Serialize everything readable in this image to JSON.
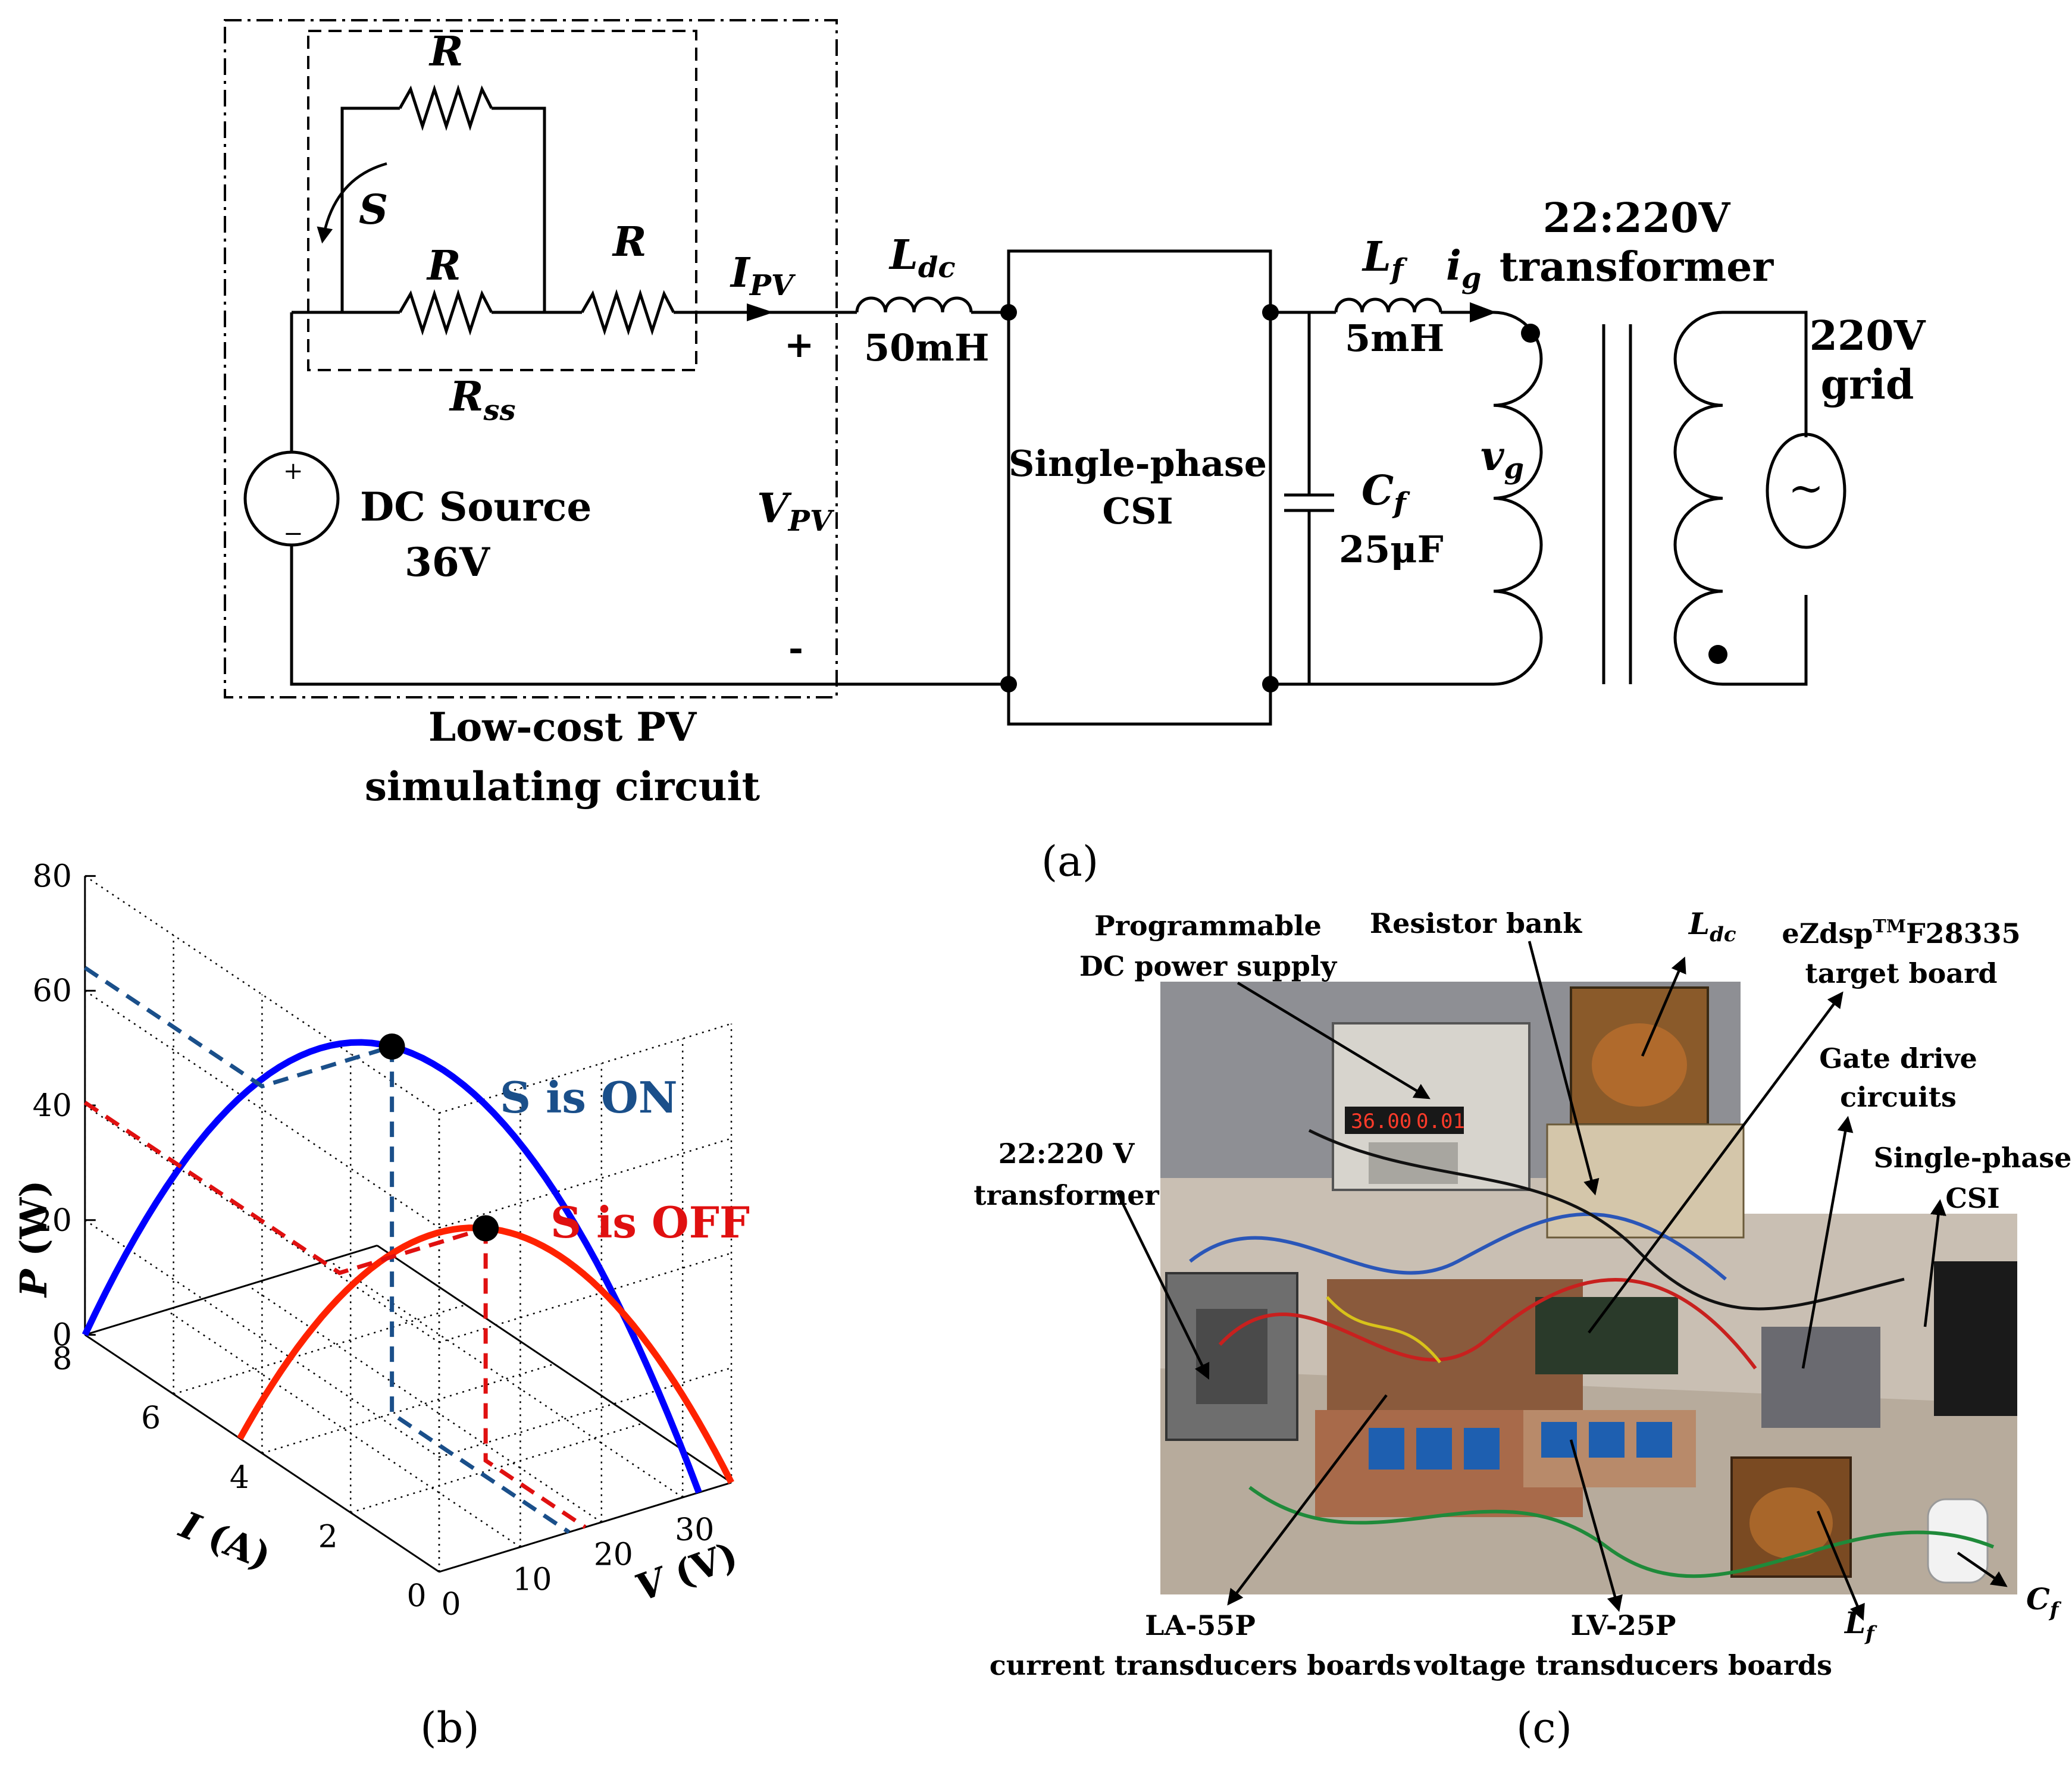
{
  "panel_a": {
    "caption": "(a)",
    "resistor_top": "R",
    "switch": "S",
    "resistor_mid": "R",
    "resistor_series": "R",
    "rss": "R",
    "rss_sub": "ss",
    "ipv": "I",
    "ipv_sub": "PV",
    "ldc": "L",
    "ldc_sub": "dc",
    "ldc_value": "50mH",
    "plus": "+",
    "minus": "-",
    "vpv": "V",
    "vpv_sub": "PV",
    "source_plus": "+",
    "source_minus": "−",
    "dc_source_line1": "DC Source",
    "dc_source_line2": "36V",
    "pv_label_line1": "Low-cost PV",
    "pv_label_line2": "simulating circuit",
    "csi_line1": "Single-phase",
    "csi_line2": "CSI",
    "lf": "L",
    "lf_sub": "f",
    "lf_value": "5mH",
    "ig": "i",
    "ig_sub": "g",
    "cf": "C",
    "cf_sub": "f",
    "cf_value": "25μF",
    "vg": "v",
    "vg_sub": "g",
    "transformer_line1": "22:220V",
    "transformer_line2": "transformer",
    "grid_line1": "220V",
    "grid_line2": "grid",
    "ac_symbol": "~"
  },
  "panel_b": {
    "caption": "(b)",
    "label_on": "S is ON",
    "label_off": "S is OFF",
    "color_on": "#0000ff",
    "color_off": "#ff2200",
    "color_on_dashed": "#1a4f8a",
    "color_off_dashed": "#e01010"
  },
  "panel_c": {
    "caption": "(c)",
    "programmable_line1": "Programmable",
    "programmable_line2": "DC power supply",
    "resistor_bank": "Resistor bank",
    "ldc": "L",
    "ldc_sub": "dc",
    "ezdsp_line1a": "eZdsp",
    "ezdsp_tm": "TM",
    "ezdsp_line1b": "F28335",
    "ezdsp_line2": "target board",
    "gate_line1": "Gate drive",
    "gate_line2": "circuits",
    "csi_line1": "Single-phase",
    "csi_line2": "CSI",
    "transformer_line1": "22:220 V",
    "transformer_line2": "transformer",
    "la_line1": "LA-55P",
    "la_line2": "current transducers boards",
    "lv_line1": "LV-25P",
    "lv_line2": "voltage transducers boards",
    "lf": "L",
    "lf_sub": "f",
    "cf": "C",
    "cf_sub": "f",
    "display_left": "36.00",
    "display_right": "0.01"
  },
  "chart_data": {
    "type": "line",
    "x_label": "V (V)",
    "x_label_sym": "V",
    "x_label_unit": "(V)",
    "y_label": "I (A)",
    "y_label_sym": "I",
    "y_label_unit": "(A)",
    "z_label": "P (W)",
    "z_label_sym": "P",
    "z_label_unit": "(W)",
    "x_ticks": [
      "0",
      "10",
      "20",
      "30"
    ],
    "y_ticks": [
      "0",
      "2",
      "4",
      "6",
      "8"
    ],
    "z_ticks": [
      "0",
      "20",
      "40",
      "60",
      "80"
    ],
    "xlim": [
      0,
      36
    ],
    "ylim": [
      0,
      8
    ],
    "zlim": [
      0,
      80
    ],
    "grid": true,
    "series": [
      {
        "name": "S is ON",
        "mpp": {
          "v": 16,
          "i": 4,
          "p": 64
        }
      },
      {
        "name": "S is OFF",
        "mpp": {
          "v": 18,
          "i": 2.25,
          "p": 40.5
        }
      }
    ]
  }
}
